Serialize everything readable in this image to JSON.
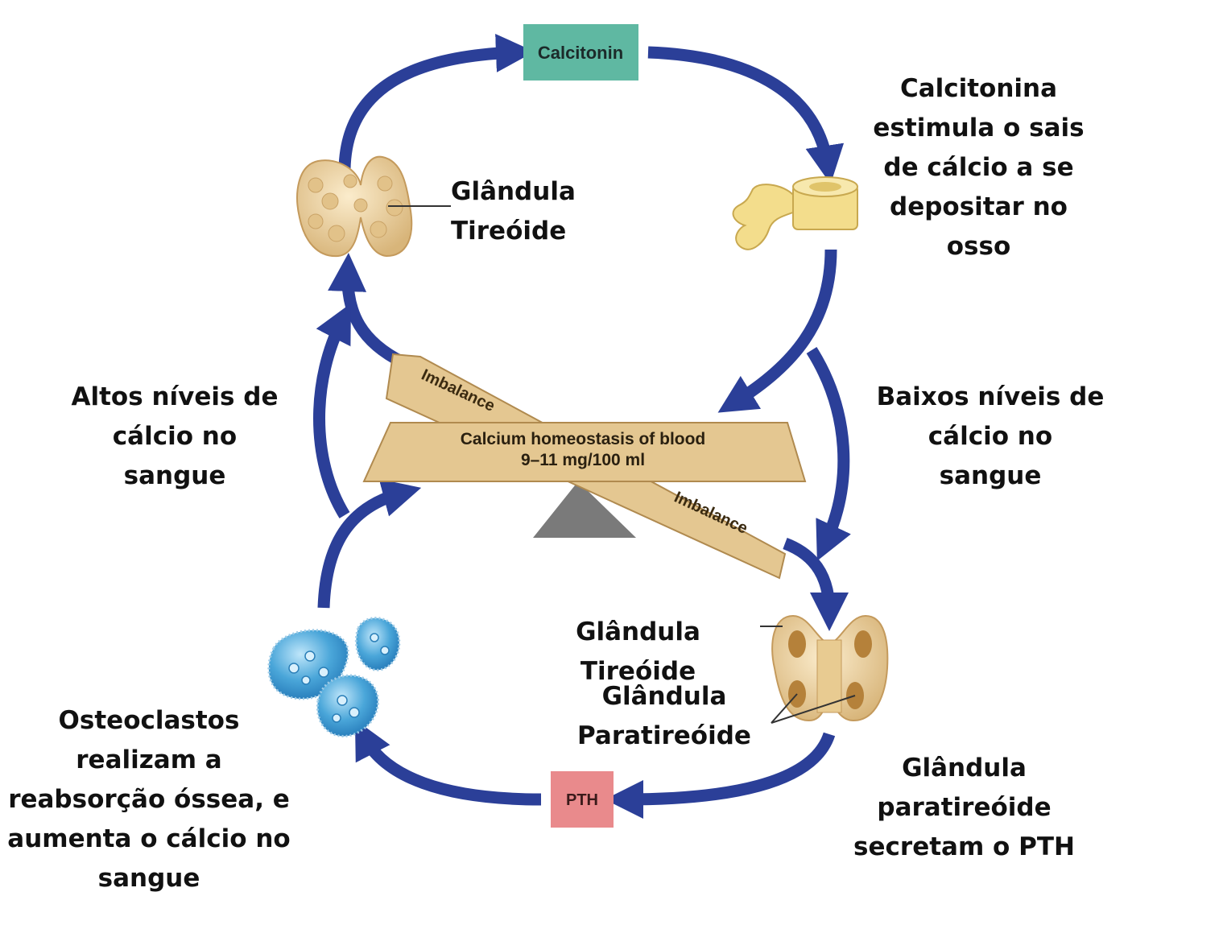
{
  "colors": {
    "arrow": "#2b3f98",
    "calcitonin_box": "#5fb8a2",
    "pth_box": "#e98a8c",
    "plank": "#e4c791",
    "plank_edge": "#b08a4f",
    "fulcrum": "#7a7a7a",
    "gland": "#ecd3a0",
    "bone": "#f3dd8c",
    "osteoclast": "#4aa6d9"
  },
  "icons": {
    "thyroid_top": "thyroid-gland-icon",
    "bone": "vertebra-bone-icon",
    "thyroid_parathyroid": "thyroid-parathyroid-gland-icon",
    "osteoclasts": "osteoclast-cells-icon"
  },
  "boxes": {
    "calcitonin": "Calcitonin",
    "pth": "PTH"
  },
  "scale": {
    "imbalance_top": "Imbalance",
    "imbalance_bottom": "Imbalance",
    "homeostasis_title": "Calcium homeostasis of blood",
    "homeostasis_range": "9–11 mg/100 ml"
  },
  "labels": {
    "thyroid_top": "Glândula\nTireóide",
    "calcitonin_effect": "Calcitonina\nestimula o sais\nde cálcio a se\ndepositar no\nosso",
    "high_calcium": "Altos níveis de\ncálcio no sangue",
    "low_calcium": "Baixos níveis de\ncálcio no sangue",
    "thyroid_bottom": "Glândula Tireóide",
    "parathyroid_bottom": "Glândula\nParatireóide",
    "osteoclasts": "Osteoclastos\nrealizam a\nreabsorção óssea, e\naumenta o cálcio no\nsangue",
    "parathyroid_secrete": "Glândula\nparatireóide\nsecretam o PTH"
  }
}
